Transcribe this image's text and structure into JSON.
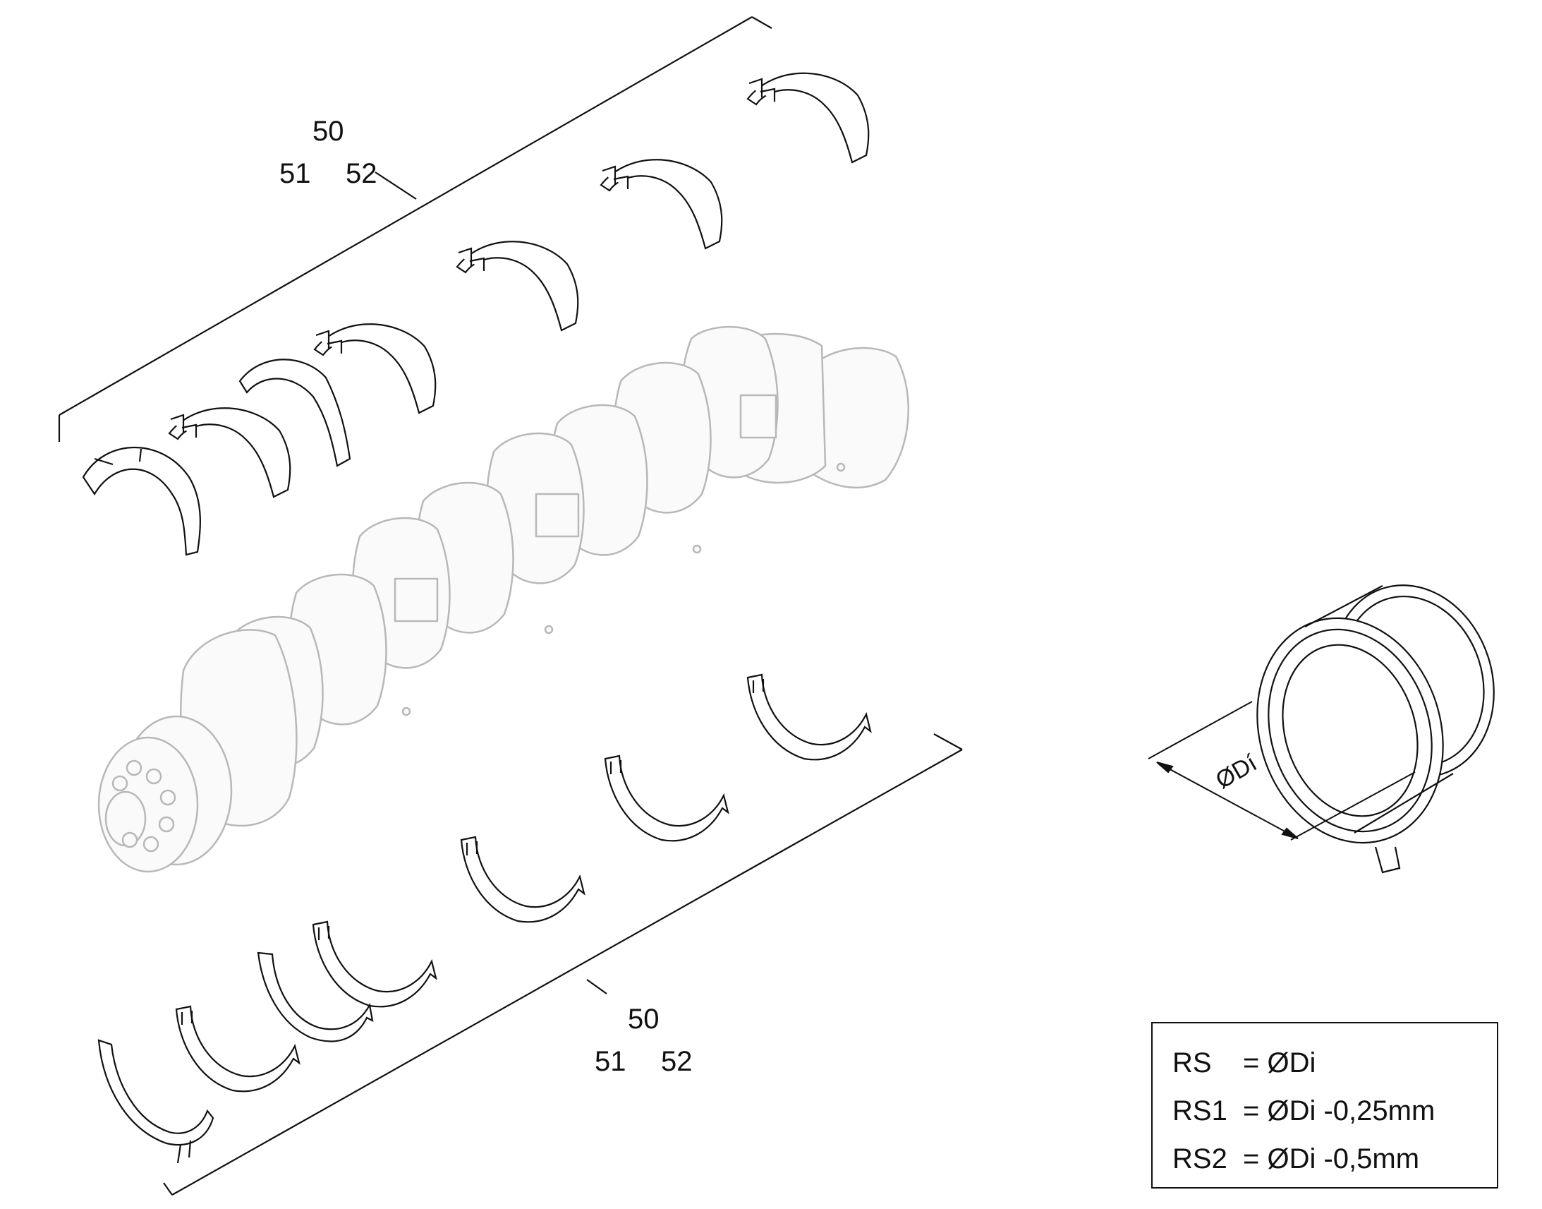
{
  "callouts_top": {
    "main": "50",
    "left": "51",
    "right": "52"
  },
  "callouts_bottom": {
    "main": "50",
    "left": "51",
    "right": "52"
  },
  "dimension_label": "ØDí",
  "legend": {
    "rows": [
      {
        "code": "RS",
        "value": "= ØDi"
      },
      {
        "code": "RS1",
        "value": "= ØDi -0,25mm"
      },
      {
        "code": "RS2",
        "value": "= ØDi -0,5mm"
      }
    ]
  },
  "colors": {
    "ink": "#111111",
    "ghost": "#b8b8b8",
    "background": "#ffffff"
  }
}
